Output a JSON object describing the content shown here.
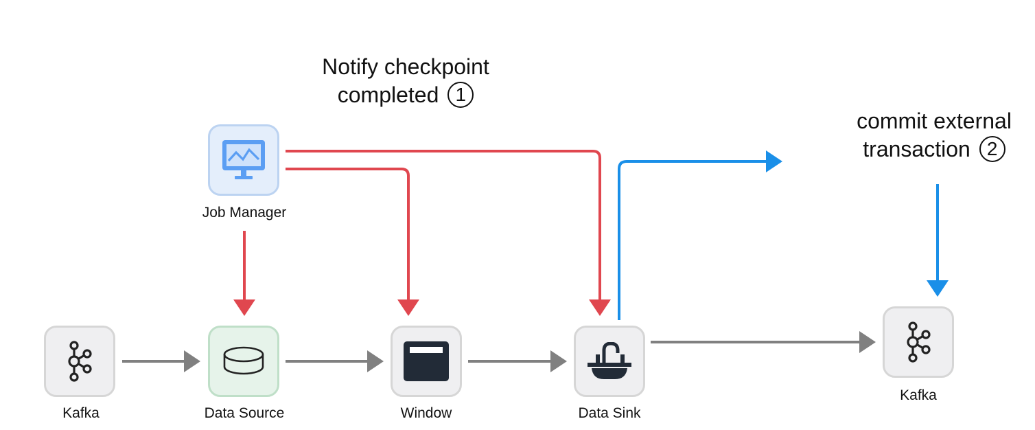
{
  "nodes": {
    "kafka_source": {
      "label": "Kafka",
      "icon": "kafka-icon"
    },
    "data_source": {
      "label": "Data Source",
      "icon": "database-icon"
    },
    "window": {
      "label": "Window",
      "icon": "window-icon"
    },
    "data_sink": {
      "label": "Data Sink",
      "icon": "sink-icon"
    },
    "kafka_target": {
      "label": "Kafka",
      "icon": "kafka-icon"
    },
    "job_manager": {
      "label": "Job Manager",
      "icon": "monitor-chart-icon"
    }
  },
  "annotations": {
    "notify": {
      "line1": "Notify checkpoint",
      "line2": "completed",
      "step": "1"
    },
    "commit": {
      "line1": "commit external",
      "line2": "transaction",
      "step": "2"
    }
  },
  "colors": {
    "data_flow": "#808080",
    "checkpoint_notify": "#e0474f",
    "commit": "#1a8fe8"
  }
}
